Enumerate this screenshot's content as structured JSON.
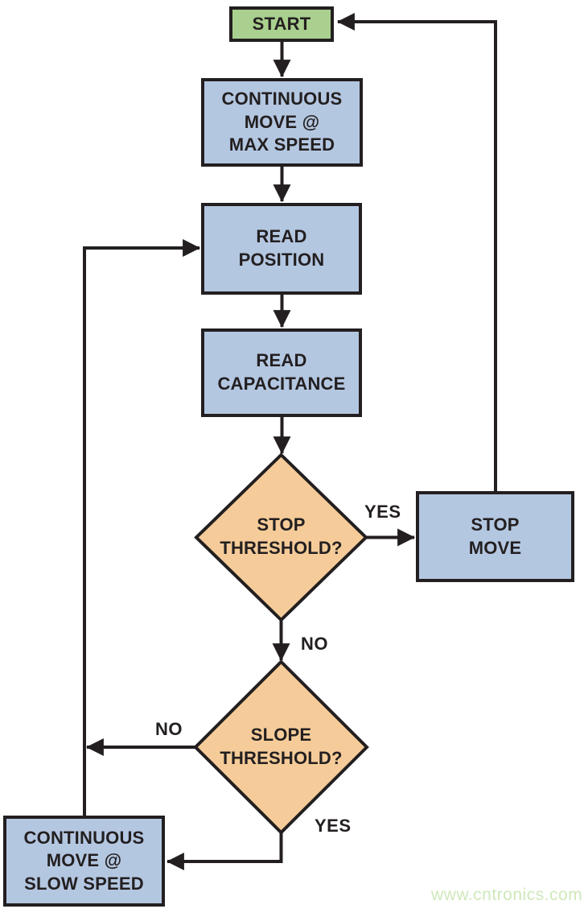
{
  "diagram": {
    "title_hint": "capacitive-sensing motion control flowchart",
    "watermark": "www.cntronics.com",
    "colors": {
      "start_fill": "#a9d08e",
      "process_fill": "#b4c7e1",
      "decision_fill": "#f5cc99",
      "line": "#231f20",
      "watermark_color": "#cfe8bb"
    },
    "nodes": {
      "start": {
        "label": "START",
        "type": "terminator"
      },
      "continuous_move_max": {
        "label": "CONTINUOUS\nMOVE @\nMAX SPEED",
        "type": "process"
      },
      "read_position": {
        "label": "READ\nPOSITION",
        "type": "process"
      },
      "read_capacitance": {
        "label": "READ\nCAPACITANCE",
        "type": "process"
      },
      "stop_threshold": {
        "label": "STOP\nTHRESHOLD?",
        "type": "decision"
      },
      "stop_move": {
        "label": "STOP\nMOVE",
        "type": "process"
      },
      "slope_threshold": {
        "label": "SLOPE\nTHRESHOLD?",
        "type": "decision"
      },
      "continuous_move_slow": {
        "label": "CONTINUOUS\nMOVE @\nSLOW SPEED",
        "type": "process"
      }
    },
    "edges": [
      {
        "from": "start",
        "to": "continuous_move_max",
        "label": ""
      },
      {
        "from": "continuous_move_max",
        "to": "read_position",
        "label": ""
      },
      {
        "from": "read_position",
        "to": "read_capacitance",
        "label": ""
      },
      {
        "from": "read_capacitance",
        "to": "stop_threshold",
        "label": ""
      },
      {
        "from": "stop_threshold",
        "to": "stop_move",
        "label": "YES"
      },
      {
        "from": "stop_threshold",
        "to": "slope_threshold",
        "label": "NO"
      },
      {
        "from": "slope_threshold",
        "to": "read_position_loop",
        "label": "NO"
      },
      {
        "from": "slope_threshold",
        "to": "continuous_move_slow",
        "label": "YES"
      },
      {
        "from": "continuous_move_slow",
        "to": "read_position",
        "label": ""
      },
      {
        "from": "stop_move",
        "to": "start",
        "label": ""
      }
    ],
    "edge_labels": {
      "stop_yes": "YES",
      "stop_no": "NO",
      "slope_no": "NO",
      "slope_yes": "YES"
    }
  }
}
